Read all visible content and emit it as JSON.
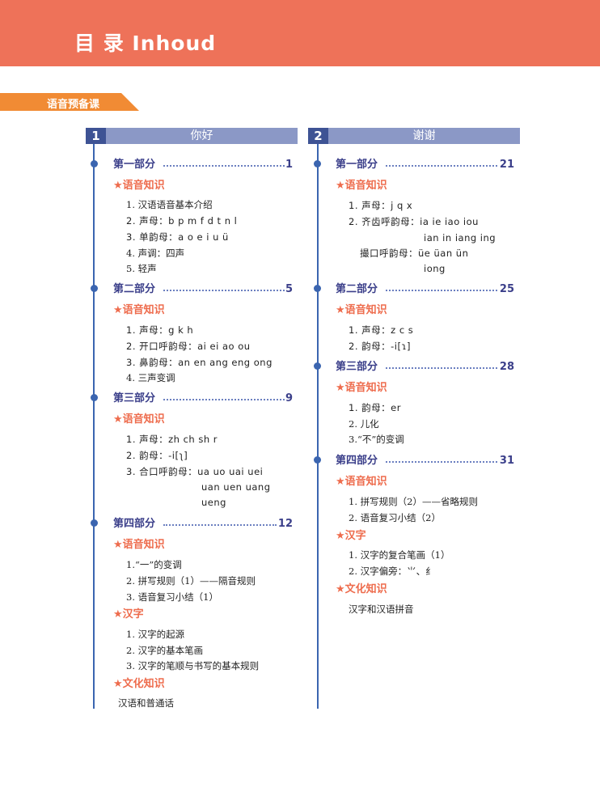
{
  "header": {
    "title": "目 录 Inhoud"
  },
  "section_tab": {
    "label": "语音预备课"
  },
  "lessons": [
    {
      "number": "1",
      "title": "你好",
      "parts": [
        {
          "name": "第一部分",
          "page": "1"
        },
        {
          "name": "第二部分",
          "page": "5"
        },
        {
          "name": "第三部分",
          "page": "9"
        },
        {
          "name": "第四部分",
          "page": "12"
        }
      ]
    },
    {
      "number": "2",
      "title": "谢谢",
      "parts": [
        {
          "name": "第一部分",
          "page": "21"
        },
        {
          "name": "第二部分",
          "page": "25"
        },
        {
          "name": "第三部分",
          "page": "28"
        },
        {
          "name": "第四部分",
          "page": "31"
        }
      ]
    }
  ],
  "categories": {
    "phonetics": "★语音知识",
    "characters": "★汉字",
    "culture": "★文化知识"
  },
  "col1": {
    "p1_items": [
      "1. 汉语语音基本介绍",
      "2. 声母：b  p  m  f  d  t  n  l",
      "3. 单韵母：a  o  e  i  u  ü",
      "4. 声调：四声",
      "5. 轻声"
    ],
    "p2_items": [
      "1. 声母：g  k  h",
      "2. 开口呼韵母：ai  ei  ao  ou",
      "3. 鼻韵母：an  en  ang  eng  ong",
      "4. 三声变调"
    ],
    "p3_items": [
      "1. 声母：zh  ch  sh  r",
      "2. 韵母：-i[ʅ]",
      "3. 合口呼韵母：ua  uo  uai  uei",
      "uan  uen  uang",
      "ueng"
    ],
    "p4_phon": [
      "1.“一”的变调",
      "2. 拼写规则（1）——隔音规则",
      "3. 语音复习小结（1）"
    ],
    "p4_chars": [
      "1. 汉字的起源",
      "2. 汉字的基本笔画",
      "3. 汉字的笔顺与书写的基本规则"
    ],
    "p4_culture": [
      "汉语和普通话"
    ]
  },
  "col2": {
    "p1_items": [
      "1. 声母：j  q  x",
      "2. 齐齿呼韵母：ia  ie  iao  iou",
      "ian  in  iang  ing",
      "撮口呼韵母：üe  üan  ün",
      "iong"
    ],
    "p2_items": [
      "1. 声母：z  c  s",
      "2. 韵母：-i[ɿ]"
    ],
    "p3_items": [
      "1. 韵母：er",
      "2. 儿化",
      "3.“不”的变调"
    ],
    "p4_phon": [
      "1. 拼写规则（2）——省略规则",
      "2. 语音复习小结（2）"
    ],
    "p4_chars": [
      "1. 汉字的复合笔画（1）",
      "2. 汉字偏旁：⺌、纟"
    ],
    "p4_culture": [
      "汉字和汉语拼音"
    ]
  },
  "colors": {
    "header": "#ee7259",
    "tab": "#f18b34",
    "lesson_number": "#3e5394",
    "lesson_bar": "#8b98c6",
    "part_text": "#3b3f8a",
    "category": "#ee6c4d",
    "timeline": "#3b65b0"
  }
}
